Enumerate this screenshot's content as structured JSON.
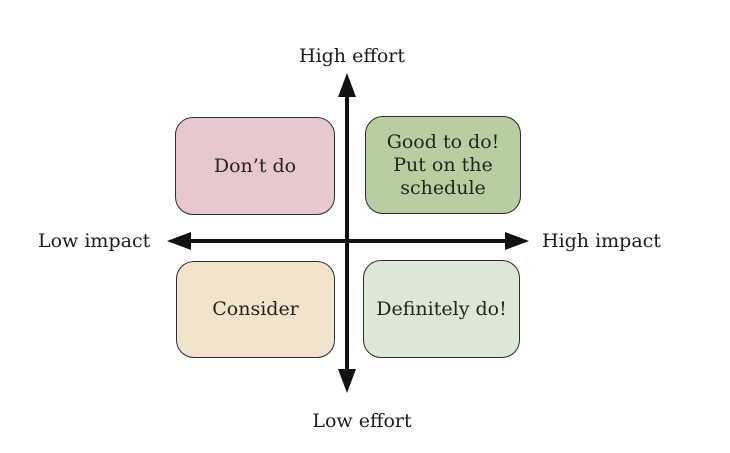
{
  "diagram": {
    "type": "quadrant-matrix",
    "axes": {
      "top": "High effort",
      "bottom": "Low effort",
      "left": "Low impact",
      "right": "High impact"
    },
    "quadrants": [
      {
        "position": "top-left",
        "label": "Don’t do",
        "color": "#e6c8ce"
      },
      {
        "position": "top-right",
        "label": "Good to do!\nPut on the\nschedule",
        "color": "#b7cfa0"
      },
      {
        "position": "bottom-left",
        "label": "Consider",
        "color": "#f2e4cc"
      },
      {
        "position": "bottom-right",
        "label": "Definitely do!",
        "color": "#dce8d5"
      }
    ],
    "colors": {
      "axis": "#111111",
      "text": "#1c1c1c",
      "quadrant_border": "#2d2d2d",
      "background": "#ffffff"
    }
  }
}
